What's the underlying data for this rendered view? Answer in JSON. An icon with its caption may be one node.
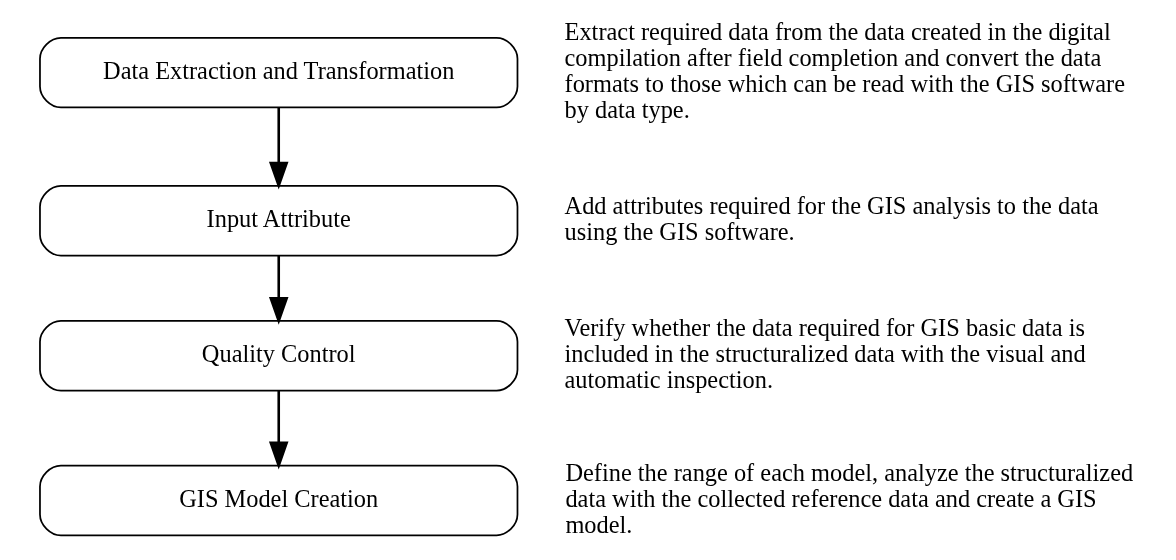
{
  "diagram": {
    "nodes": [
      {
        "text": [
          "Data Extraction and Transformation"
        ],
        "beside": [
          "Extract required data from the data created in the digital compilation after field completion and convert the data formats to those which can be read with the GIS software by data type."
        ]
      },
      {
        "text": [
          "Input Attribute"
        ],
        "beside": [
          "Add attributes required for the GIS analysis to the data using the GIS software."
        ]
      },
      {
        "text": [
          "Quality Control"
        ],
        "beside": [
          "Verify whether the data required for GIS basic data is included in the structuralized data with the visual and automatic inspection."
        ]
      },
      {
        "text": [
          "GIS Model Creation"
        ],
        "beside": [
          "Define the range of each model, analyze the structuralized data with the collected reference data and create a GIS model."
        ]
      }
    ],
    "edges": [
      {
        "from": 0,
        "to": 1,
        "arrow": "to"
      },
      {
        "from": 1,
        "to": 2,
        "arrow": "to"
      },
      {
        "from": 2,
        "to": 3,
        "arrow": "to"
      }
    ]
  }
}
